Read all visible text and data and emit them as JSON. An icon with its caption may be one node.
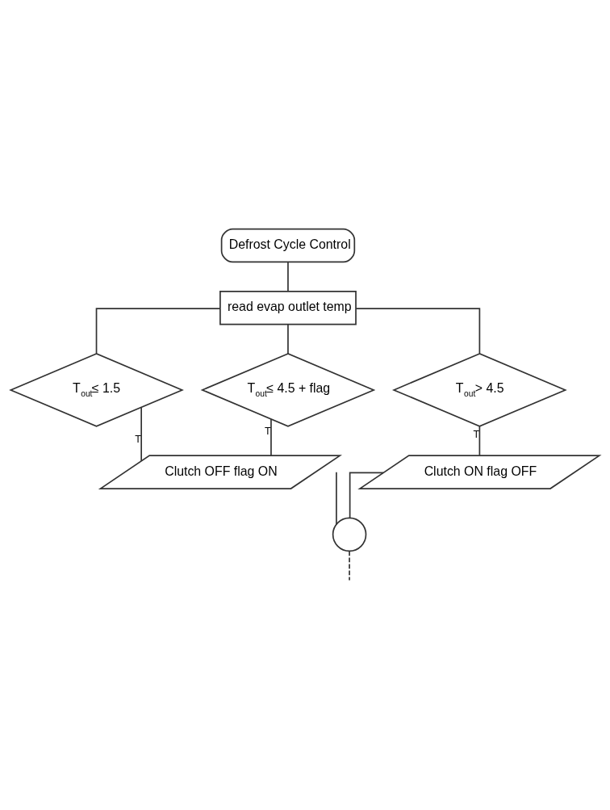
{
  "diagram": {
    "nodes": [
      {
        "text": [
          "Defrost Cycle Control"
        ]
      },
      {
        "text": [
          "read evap outlet temp"
        ]
      },
      {
        "text": [
          "T$_{out}$≤ 1.5"
        ]
      },
      {
        "text": [
          "T$_{out}$≤ 4.5 + flag"
        ]
      },
      {
        "text": [
          "T$_{out}$> 4.5"
        ]
      },
      {
        "text": [
          "Clutch OFF flag ON"
        ]
      },
      {
        "text": [
          "Clutch ON flag OFF"
        ]
      },
      {
        "text": [],
        "shape": "circle"
      }
    ],
    "edges": [
      {
        "from": 0,
        "to": 1,
        "arrow": "none"
      },
      {
        "from": 1,
        "to": 2,
        "arrow": "none"
      },
      {
        "from": 1,
        "to": 3,
        "arrow": "none"
      },
      {
        "from": 1,
        "to": 4,
        "arrow": "none"
      },
      {
        "from": 2,
        "to": 5,
        "arrow": "none",
        "label": "T"
      },
      {
        "from": 3,
        "to": 5,
        "arrow": "none",
        "label": "T"
      },
      {
        "from": 4,
        "to": 6,
        "arrow": "none",
        "label": "T"
      },
      {
        "from": 5,
        "to": 7,
        "arrow": "none"
      },
      {
        "from": 6,
        "to": 7,
        "arrow": "none"
      },
      {
        "from": 7,
        "to": null,
        "arrow": "none",
        "style": "dashed"
      }
    ]
  }
}
